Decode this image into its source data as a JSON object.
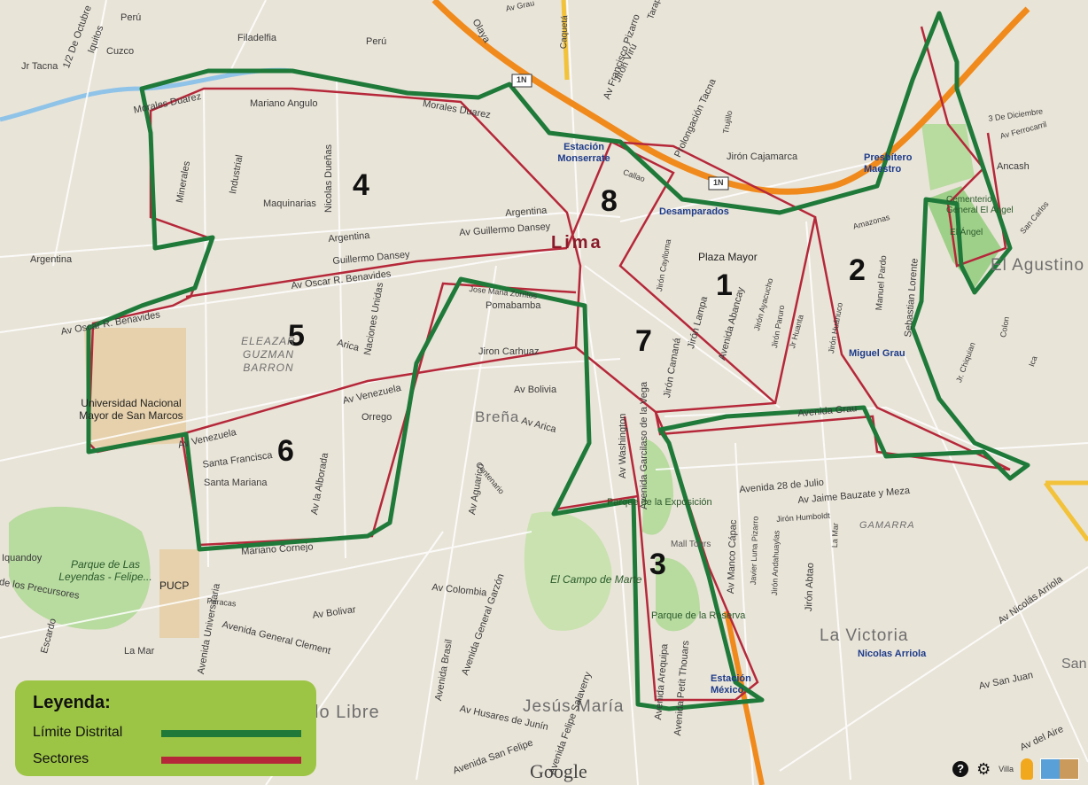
{
  "colors": {
    "background": "#e9e4d8",
    "district_boundary": "#1f7a3a",
    "sectors": "#b5283a",
    "highway": "#f08a1c",
    "legend_bg": "#9dc545",
    "park": "#b8dba0"
  },
  "sectors": [
    {
      "id": "1",
      "label": "1"
    },
    {
      "id": "2",
      "label": "2"
    },
    {
      "id": "3",
      "label": "3"
    },
    {
      "id": "4",
      "label": "4"
    },
    {
      "id": "5",
      "label": "5"
    },
    {
      "id": "6",
      "label": "6"
    },
    {
      "id": "7",
      "label": "7"
    },
    {
      "id": "8",
      "label": "8"
    }
  ],
  "districts": {
    "lima": "Lima",
    "brena": "Breña",
    "jesus_maria": "Jesús María",
    "la_victoria": "La Victoria",
    "el_agustino": "El Agustino",
    "lince_libre": "lo Libre",
    "eleazar": "ELEAZAR GUZMAN BARRON",
    "gamarra": "GAMARRA"
  },
  "streets": [
    "Perú",
    "Filadelfia",
    "Perú",
    "Cuzco",
    "Jr Tacna",
    "1/2 De Octubre",
    "Iquitos",
    "Morales Duarez",
    "Mariano Angulo",
    "Morales Duarez",
    "Nicolas Dueñas",
    "Industrial",
    "Minerales",
    "Maquinarias",
    "Argentina",
    "Argentina",
    "Argentina",
    "Guillermo Dansey",
    "Av Guillermo Dansey",
    "Av Oscar R. Benavides",
    "Av Oscar R. Benavides",
    "Naciones Unidas",
    "Arica",
    "Av Venezuela",
    "Av Venezuela",
    "Orrego",
    "Av la Alborada",
    "Santa Mariana",
    "Santa Francisca",
    "Mariano Cornejo",
    "Jose Maria Zorritos",
    "Pomabamba",
    "Jiron Carhuaz",
    "Av Bolivia",
    "Av Arica",
    "Av Aguarico",
    "Centenario",
    "Av Colombia",
    "Avenida Brasil",
    "Avenida General Garzón",
    "Av Husares de Junín",
    "Avenida San Felipe",
    "Avenida Felipe Salaverry",
    "Avenida Garcilaso de la Vega",
    "Av Washington",
    "Jirón Caylloma",
    "Jirón Camaná",
    "Jirón Lampa",
    "Avenida Abancay",
    "Jirón Ayacucho",
    "Jirón Paruro",
    "Jr Huanta",
    "Jirón Huánuco",
    "Manuel Pardo",
    "Sebastian Lorente",
    "Amazonas",
    "Ancash",
    "San Carlos",
    "3 De Diciembre",
    "Av Ferrocarril",
    "Jr. Chiquian",
    "Colon",
    "Ica",
    "Av Nicolás Arriola",
    "Avenida Grau",
    "Avenida 28 de Julio",
    "Av Jaime Bauzate y Meza",
    "Jirón Humboldt",
    "Javier Luna Pizarro",
    "Jirón Andahuaylas",
    "La Mar",
    "Jirón Abtao",
    "Av Manco Cápac",
    "Avenida Petit Thouars",
    "Avenida Arequipa",
    "Av San Juan",
    "Av del Aire",
    "Olaya",
    "Caquetá",
    "Av Francisco Pizarro",
    "Jirón Virú",
    "Prolongación Tacna",
    "Trujillo",
    "Jirón Cajamarca",
    "Callao",
    "Paracas",
    "Av Bolivar",
    "Avenida General Clement",
    "La Mar",
    "Escardo",
    "de los Precursores",
    "Avenida Universitaria",
    "Iquandoy",
    "Av Grau",
    "Tarapacá",
    "San"
  ],
  "places": {
    "plaza_mayor": "Plaza Mayor",
    "parque_exposicion": "Parque de la Exposición",
    "campo_marte": "El Campo de Marte",
    "parque_reserva": "Parque de la Reserva",
    "univ_san_marcos": "Universidad Nacional Mayor de San Marcos",
    "parque_leyendas": "Parque de Las Leyendas - Felipe...",
    "pucp": "PUCP",
    "cementerio": "Cementerio General El Ángel",
    "el_angel": "El Ángel",
    "mall_tours": "Mall Tours"
  },
  "stations": {
    "monserrate": "Estación Monserrate",
    "desamparados": "Desamparados",
    "presbitero": "Presbítero Maestro",
    "miguel_grau": "Miguel Grau",
    "nicolas_arriola": "Nicolas Arriola",
    "mexico": "Estación México"
  },
  "highway_shield": "1N",
  "legend": {
    "title": "Leyenda:",
    "items": [
      {
        "label": "Límite Distrital",
        "color": "#1f7a3a"
      },
      {
        "label": "Sectores",
        "color": "#b5283a"
      }
    ]
  },
  "attribution": "Google",
  "controls": {
    "help": "?",
    "villa": "Villa"
  }
}
